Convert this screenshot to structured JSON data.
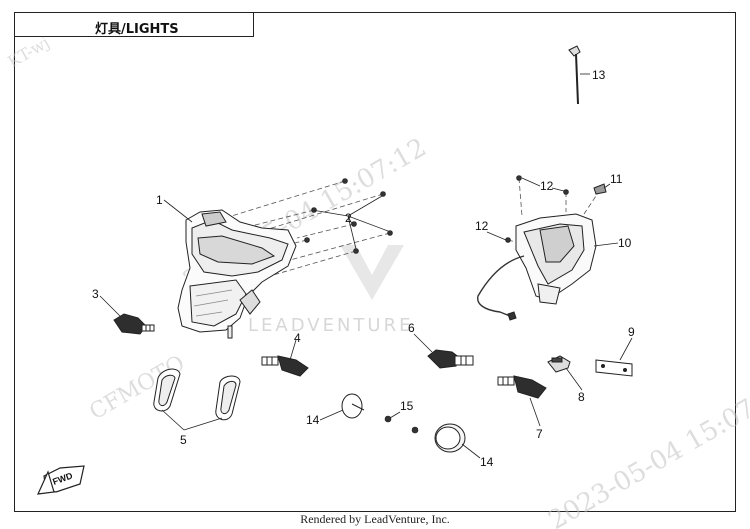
{
  "title": "灯具/LIGHTS",
  "footer": "Rendered by LeadVenture, Inc.",
  "watermarks": {
    "corner": "KT-wj",
    "timestamp": "2023-05-04 15:07:12",
    "brand": "LEADVENTURE",
    "maker": "CFMOTO"
  },
  "fwd_label": "FWD",
  "callouts": [
    {
      "id": "1",
      "part": "headlight"
    },
    {
      "id": "2",
      "part": "headlight-screws"
    },
    {
      "id": "3",
      "part": "front-left-turn-signal"
    },
    {
      "id": "4",
      "part": "front-right-turn-signal"
    },
    {
      "id": "5",
      "part": "reflectors"
    },
    {
      "id": "6",
      "part": "rear-left-turn-signal"
    },
    {
      "id": "7",
      "part": "rear-right-turn-signal"
    },
    {
      "id": "8",
      "part": "license-lamp"
    },
    {
      "id": "9",
      "part": "license-bracket"
    },
    {
      "id": "10",
      "part": "tail-light"
    },
    {
      "id": "11",
      "part": "tail-light-clip"
    },
    {
      "id": "12",
      "part": "tail-light-screws"
    },
    {
      "id": "13",
      "part": "cable-tie"
    },
    {
      "id": "14",
      "part": "round-reflector"
    },
    {
      "id": "15",
      "part": "nut"
    }
  ]
}
